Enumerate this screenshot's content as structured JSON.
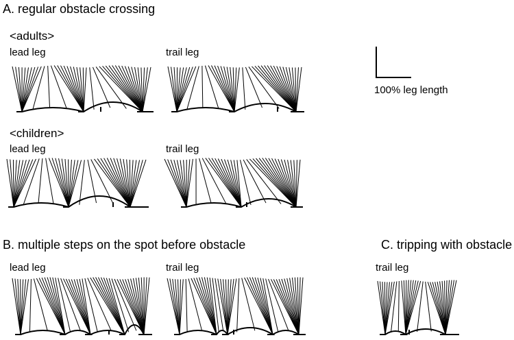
{
  "sections": {
    "a": {
      "title": "A.  regular obstacle crossing"
    },
    "b": {
      "title": "B. multiple steps on the spot before obstacle"
    },
    "c": {
      "title": "C. tripping with obstacle"
    }
  },
  "groups": {
    "adults": "<adults>",
    "children": "<children>"
  },
  "labels": {
    "lead": "lead leg",
    "trail": "trail leg"
  },
  "scale_bar": {
    "label": "100% leg length"
  },
  "colors": {
    "lines": "#000000",
    "background": "#ffffff"
  }
}
